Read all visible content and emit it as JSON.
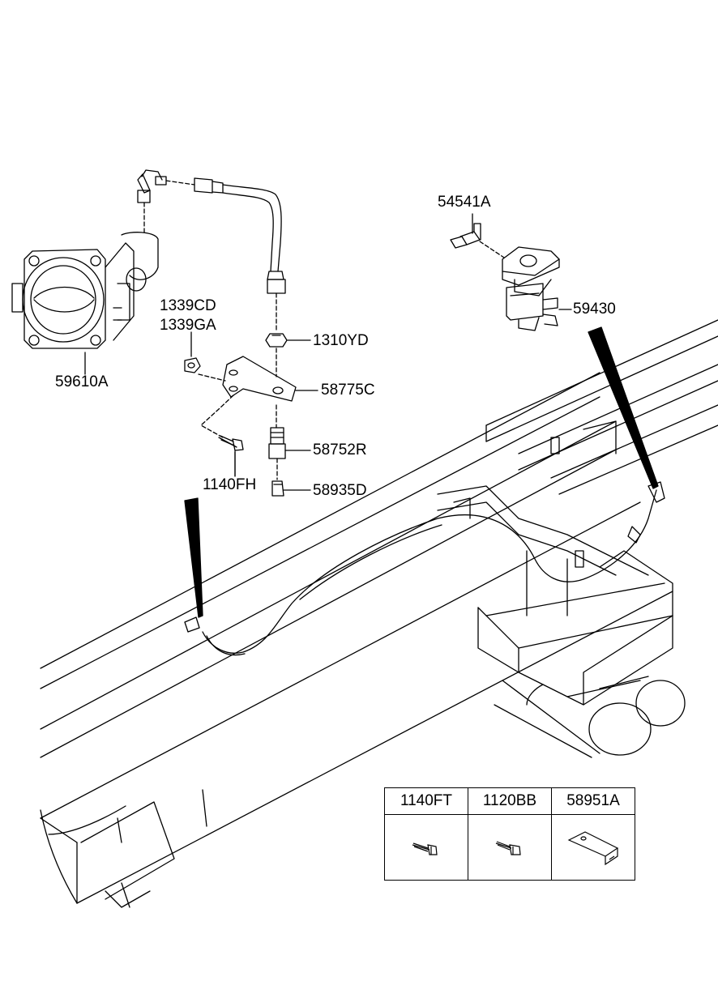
{
  "diagram": {
    "labels": {
      "throttle_body": "59610A",
      "bolt_upper": "1339CD",
      "bolt_lower": "1339GA",
      "nut": "1310YD",
      "bracket": "58775C",
      "fitting_hex": "58752R",
      "fitting_small": "58935D",
      "bolt_bracket": "1140FH",
      "elbow": "54541A",
      "solenoid": "59430"
    },
    "parts_table": {
      "columns": [
        "1140FT",
        "1120BB",
        "58951A"
      ],
      "icons": [
        "bolt-icon",
        "bolt-icon",
        "bracket-icon"
      ]
    }
  }
}
